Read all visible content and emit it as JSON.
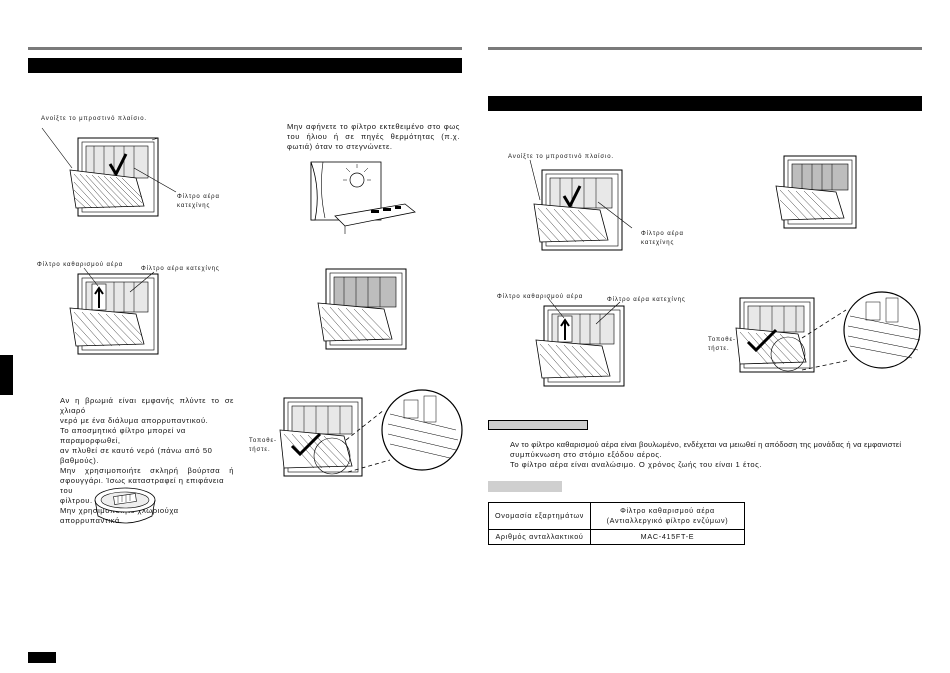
{
  "left_page": {
    "open_panel_label": "Ανοίξτε το μπροστινό πλαίσιο.",
    "catechin_filter_label_1": "Φίλτρο αέρα\nκατεχίνης",
    "sun_warning": "Μην αφήνετε το φίλτρο εκτεθειμένο στο φως του ήλιου ή σε πηγές θερμότητας (π.χ. φωτιά) όταν το στεγνώνετε.",
    "purify_filter_label": "Φίλτρο καθαρισμού αέρα",
    "catechin_filter_label_2": "Φίλτρο αέρα κατεχίνης",
    "install_label": "Τοποθε-\nτήστε.",
    "cleaning_lines": [
      "Αν η βρωμιά είναι εμφανής πλύντε το σε χλιαρό",
      "νερό με ένα διάλυμα απορρυπαντικού.",
      "Το αποσμητικό φίλτρο μπορεί να παραμορφωθεί,",
      "αν πλυθεί σε καυτό νερό (πάνω από 50 βαθμούς).",
      "Μην χρησιμοποιήτε σκληρή βούρτσα ή",
      "σφουγγάρι. Ίσως καταστραφεί η επιφάνεια του",
      "φίλτρου.",
      "Μην χρησιμοποιήτε χλωριούχα απορρυπαντικά."
    ]
  },
  "right_page": {
    "open_panel_label": "Ανοίξτε το μπροστινό πλαίσιο.",
    "catechin_filter_label_1": "Φίλτρο αέρα\nκατεχίνης",
    "purify_filter_label": "Φίλτρο καθαρισμού αέρα",
    "catechin_filter_label_2": "Φίλτρο αέρα κατεχίνης",
    "install_label": "Τοποθε-\nτήστε.",
    "note_lines": [
      "Αν το φίλτρο καθαρισμού αέρα είναι βουλωμένο, ενδέχεται να μειωθεί η απόδοση της μονάδας ή να εμφανιστεί",
      "συμπύκνωση στο στόμιο εξόδου αέρος.",
      "Το φίλτρο αέρα είναι αναλώσιμο. Ο χρόνος ζωής του είναι 1 έτος."
    ],
    "parts_table": {
      "row1_label": "Ονομασία εξαρτημάτων",
      "row1_value": "Φίλτρο καθαρισμού αέρα\n(Αντιαλλεργικό φίλτρο ενζύμων)",
      "row2_label": "Αριθμός ανταλλακτικού",
      "row2_value": "MAC-415FT-E"
    }
  },
  "colors": {
    "rule_grey": "#7a7a7a",
    "black": "#000000",
    "note_box_grey": "#cfcfcf"
  }
}
